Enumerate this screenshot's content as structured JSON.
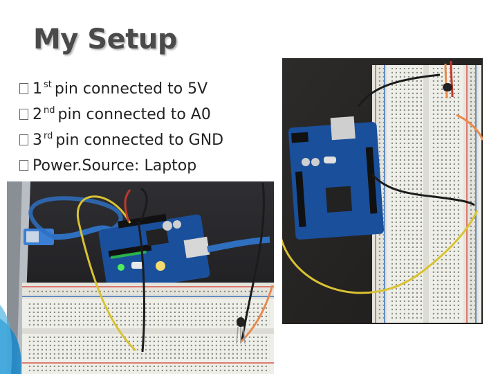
{
  "slide": {
    "title": "My Setup",
    "bullets": [
      {
        "num": "1",
        "sup": "st",
        "text": "pin connected to 5V"
      },
      {
        "num": "2",
        "sup": "nd",
        "text": "pin connected to A0"
      },
      {
        "num": "3",
        "sup": "rd",
        "text": "pin connected to GND"
      },
      {
        "text": "Power.Source: Laptop"
      }
    ],
    "photos": [
      {
        "name": "arduino-setup-photo-left"
      },
      {
        "name": "arduino-setup-photo-right"
      }
    ],
    "colors": {
      "title": "#4a4a4a",
      "text": "#222222",
      "accent": "#1e88c8",
      "arduino_board": "#1a4f9c",
      "breadboard": "#efefe9",
      "wire_yellow": "#d9c232",
      "wire_black": "#1b1b1b",
      "wire_orange": "#e98a4c",
      "wire_red": "#c0392b"
    }
  }
}
